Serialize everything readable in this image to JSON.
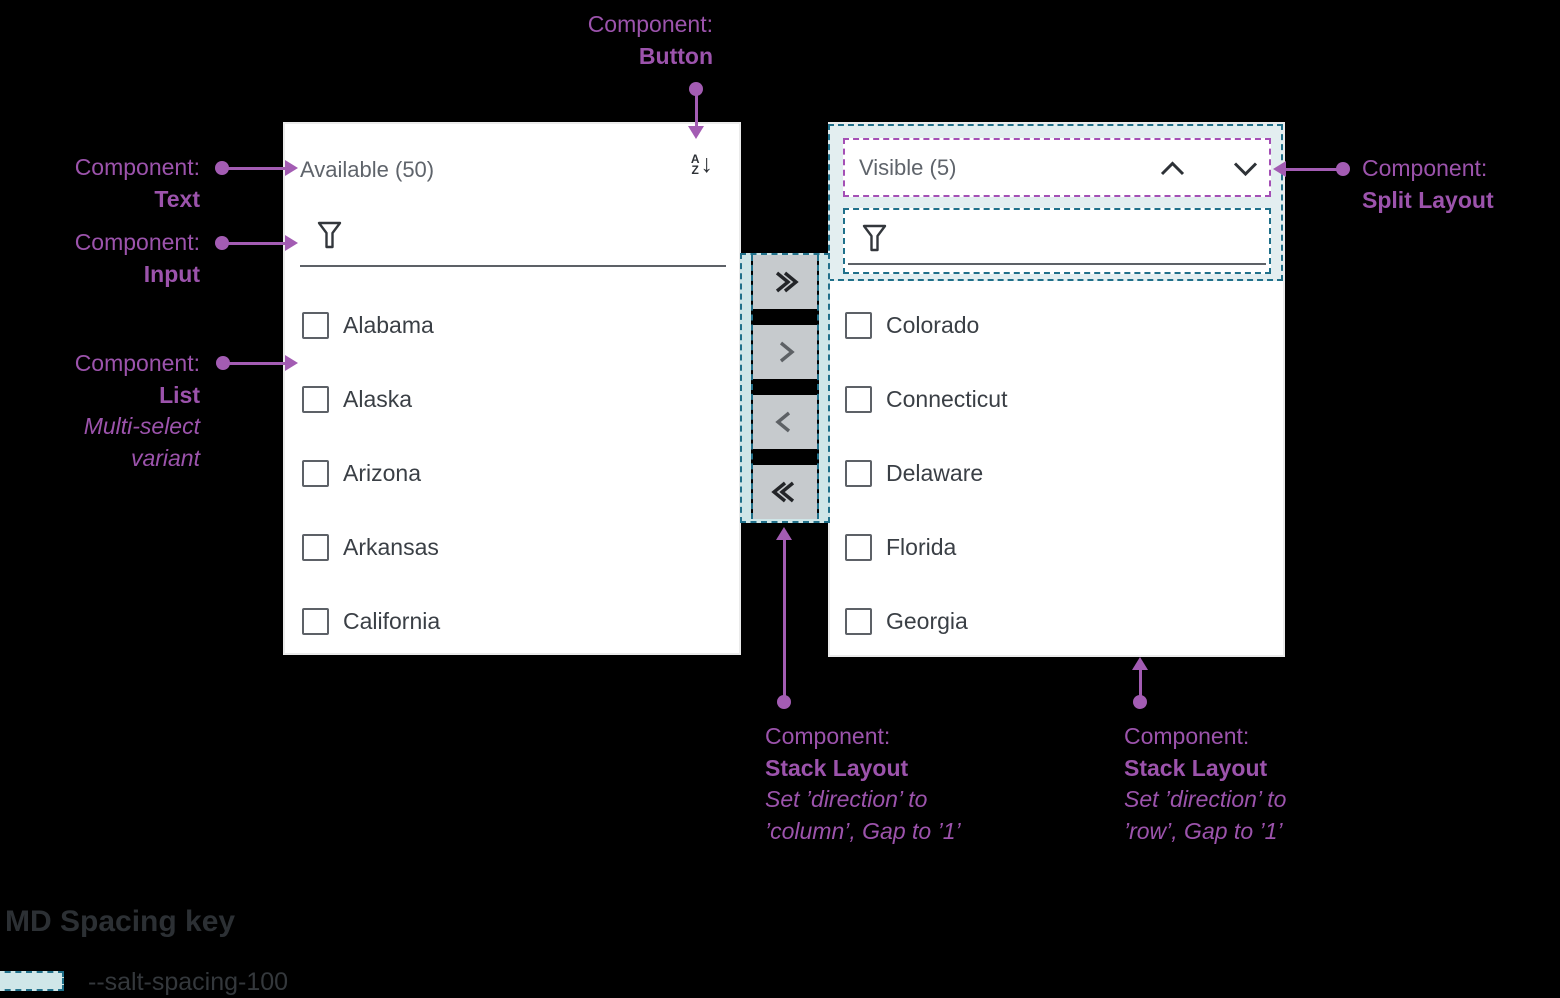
{
  "left_panel": {
    "title": "Available (50)",
    "sort_button": {
      "letter_top": "A",
      "letter_bottom": "Z",
      "arrow": "↓"
    },
    "items": [
      "Alabama",
      "Alaska",
      "Arizona",
      "Arkansas",
      "California"
    ]
  },
  "right_panel": {
    "title": "Visible (5)",
    "items": [
      "Colorado",
      "Connecticut",
      "Delaware",
      "Florida",
      "Georgia"
    ]
  },
  "annotations": {
    "button": {
      "label": "Component:",
      "name": "Button"
    },
    "text": {
      "label": "Component:",
      "name": "Text"
    },
    "input": {
      "label": "Component:",
      "name": "Input"
    },
    "list": {
      "label": "Component:",
      "name": "List",
      "variant_line1": "Multi-select",
      "variant_line2": "variant"
    },
    "split": {
      "label": "Component:",
      "name": "Split Layout"
    },
    "stack_column": {
      "label": "Component:",
      "name": "Stack Layout",
      "detail_line1": "Set ’direction’ to",
      "detail_line2": "’column’, Gap to ’1’"
    },
    "stack_row": {
      "label": "Component:",
      "name": "Stack Layout",
      "detail_line1": "Set ’direction’ to",
      "detail_line2": "’row’, Gap to ’1’"
    }
  },
  "spacing_key": {
    "title": "MD Spacing key",
    "token": "--salt-spacing-100"
  },
  "colors": {
    "background": "#000000",
    "panel_bg": "#ffffff",
    "annotation_purple": "#9c53ac",
    "purple_dash": "#a44fb5",
    "teal_dash": "#20708a",
    "teal_fill": "#cfe6e8",
    "transfer_button_bg": "#c6cacd",
    "title_gray": "#5f646b",
    "text_dark": "#3a3f45"
  }
}
